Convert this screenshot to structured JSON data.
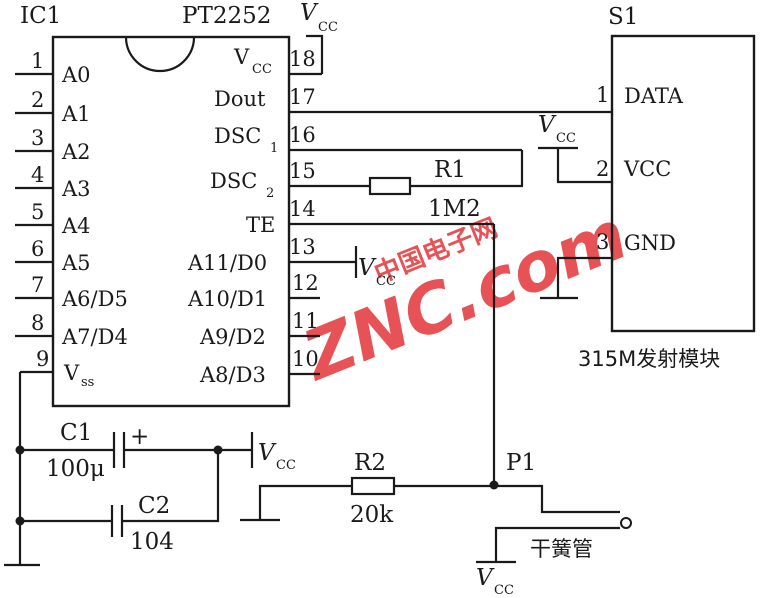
{
  "ic": {
    "ref": "IC1",
    "part": "PT2252",
    "vcc_top": "V",
    "vcc_top_sub": "CC",
    "left_pins": [
      {
        "num": "1",
        "name": "A0"
      },
      {
        "num": "2",
        "name": "A1"
      },
      {
        "num": "3",
        "name": "A2"
      },
      {
        "num": "4",
        "name": "A3"
      },
      {
        "num": "5",
        "name": "A4"
      },
      {
        "num": "6",
        "name": "A5"
      },
      {
        "num": "7",
        "name": "A6/D5"
      },
      {
        "num": "8",
        "name": "A7/D4"
      },
      {
        "num": "9",
        "name": "V",
        "sub": "ss"
      }
    ],
    "right_pins": [
      {
        "num": "18",
        "name": "V",
        "sub": "CC"
      },
      {
        "num": "17",
        "name": "Dout"
      },
      {
        "num": "16",
        "name": "DSC",
        "sub": "1"
      },
      {
        "num": "15",
        "name": "DSC",
        "sub": "2"
      },
      {
        "num": "14",
        "name": "TE"
      },
      {
        "num": "13",
        "name": "A11/D0"
      },
      {
        "num": "12",
        "name": "A10/D1"
      },
      {
        "num": "11",
        "name": "A9/D2"
      },
      {
        "num": "10",
        "name": "A8/D3"
      }
    ]
  },
  "module": {
    "ref": "S1",
    "caption": "315M发射模块",
    "pins": [
      {
        "num": "1",
        "name": "DATA"
      },
      {
        "num": "2",
        "name": "VCC"
      },
      {
        "num": "3",
        "name": "GND"
      }
    ],
    "vcc_label": "V",
    "vcc_sub": "CC"
  },
  "components": {
    "r1_ref": "R1",
    "r1_value": "1M2",
    "r2_ref": "R2",
    "r2_value": "20k",
    "c1_ref": "C1",
    "c1_value": "100μ",
    "c1_polarity": "+",
    "c2_ref": "C2",
    "c2_value": "104",
    "p1_ref": "P1",
    "reed_switch": "干簧管"
  },
  "supply": {
    "v": "V",
    "sub": "CC"
  },
  "watermark": {
    "top": "中国电子网",
    "bottom": "ZNC.com"
  }
}
